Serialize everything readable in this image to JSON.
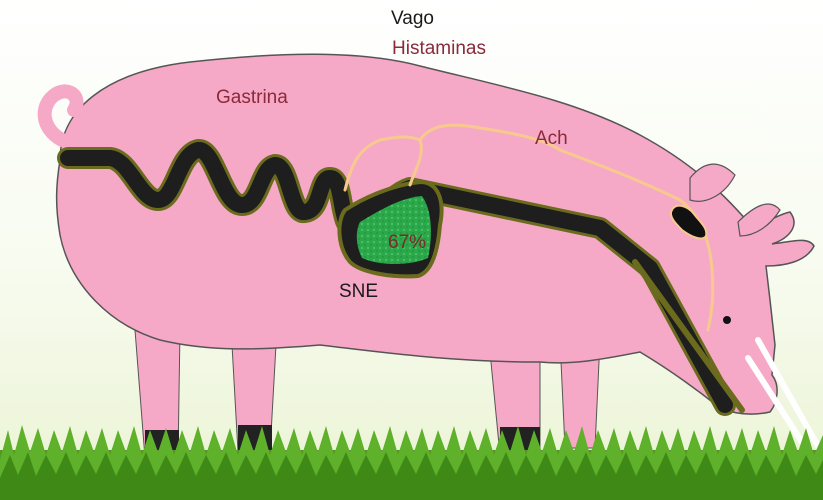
{
  "labels": {
    "vago": "Vago",
    "histaminas": "Histaminas",
    "gastrina": "Gastrina",
    "ach": "Ach",
    "stomach_fill": "67%",
    "sne": "SNE"
  },
  "stomach_fill_fraction": 0.67,
  "colors": {
    "pig_body": "#f6a9c6",
    "gut_tract": "#1e1e1e",
    "gut_outline": "#6b6b1e",
    "stomach_content": "#2aa84a",
    "nerve": "#f7c98e",
    "grass": "#4f9a1f",
    "hooves": "#222222",
    "label_accent": "#8a2a3a"
  }
}
